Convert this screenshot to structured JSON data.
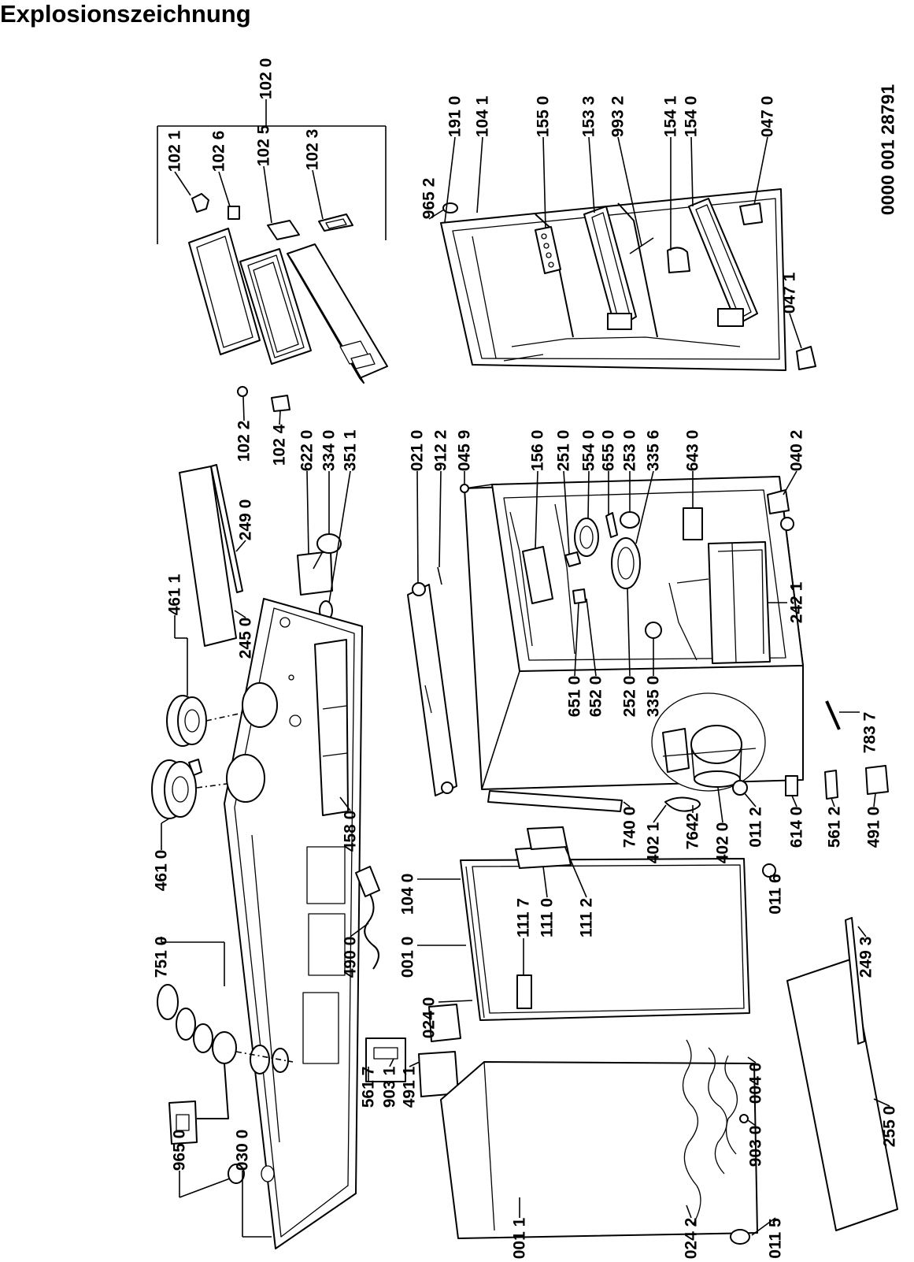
{
  "title": "Explosionszeichnung",
  "document_number": "0000 001 28791",
  "part_numbers": [
    "102 0",
    "102 1",
    "102 6",
    "102 5",
    "102 3",
    "191 0",
    "104 1",
    "155 0",
    "153 3",
    "993 2",
    "154 1",
    "154 0",
    "047 0",
    "047 1",
    "965 2",
    "102 2",
    "102 4",
    "622 0",
    "334 0",
    "351 1",
    "249 0",
    "461 1",
    "245 0",
    "021 0",
    "912 2",
    "045 9",
    "156 0",
    "251 0",
    "554 0",
    "655 0",
    "253 0",
    "335 6",
    "643 0",
    "040 2",
    "242 1",
    "651 0",
    "652 0",
    "252 0",
    "335 0",
    "783 7",
    "461 0",
    "458 0",
    "740 0",
    "402 1",
    "7642",
    "402 0",
    "011 2",
    "614 0",
    "561 2",
    "491 0",
    "104 0",
    "011 6",
    "751 0",
    "490 0",
    "001 0",
    "111 7",
    "111 0",
    "111 2",
    "249 3",
    "024 0",
    "561 7",
    "903 1",
    "491 1",
    "004 0",
    "903 0",
    "965 0",
    "030 0",
    "255 0",
    "001 1",
    "024 2",
    "011 5"
  ]
}
